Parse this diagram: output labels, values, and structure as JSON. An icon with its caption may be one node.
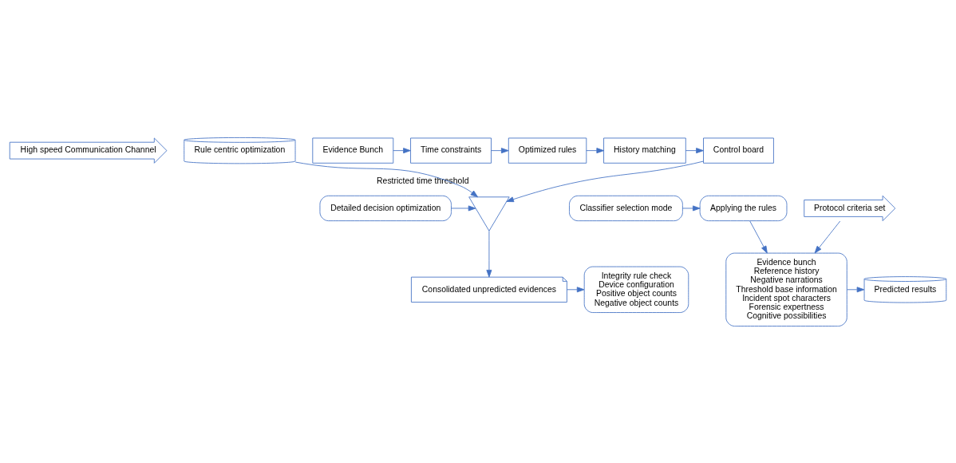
{
  "diagram": {
    "nodes": [
      {
        "text": [
          "High speed Communication Channel"
        ]
      },
      {
        "text": [
          "Rule centric optimization"
        ]
      },
      {
        "text": [
          "Evidence Bunch"
        ]
      },
      {
        "text": [
          "Time constraints"
        ]
      },
      {
        "text": [
          "Optimized rules"
        ]
      },
      {
        "text": [
          "History matching"
        ]
      },
      {
        "text": [
          "Control board"
        ]
      },
      {
        "text": [],
        "shape": "hourglass",
        "beside": [
          "Restricted time threshold"
        ]
      },
      {
        "text": [
          "Classifier selection mode"
        ]
      },
      {
        "text": [
          "Applying the rules"
        ]
      },
      {
        "text": [
          "Detailed decision optimization"
        ]
      },
      {
        "text": [
          "Consolidated unpredicted evidences"
        ]
      },
      {
        "text": [
          "Predicted results"
        ]
      },
      {
        "text": [
          "Evidence bunch",
          "Reference history",
          "Negative narrations",
          "Threshold base information",
          "Incident spot characters",
          "Forensic expertness",
          "Cognitive possibilities"
        ]
      },
      {
        "text": [
          "Integrity rule check",
          "Device configuration",
          "Positive object counts",
          "Negative object counts"
        ]
      },
      {
        "text": [
          "Protocol criteria set"
        ]
      }
    ],
    "edges": [
      {
        "from": 2,
        "to": 3,
        "arrow": "to"
      },
      {
        "from": 3,
        "to": 4,
        "arrow": "to"
      },
      {
        "from": 4,
        "to": 5,
        "arrow": "to"
      },
      {
        "from": 5,
        "to": 6,
        "arrow": "to"
      },
      {
        "from": 6,
        "to": 7,
        "arrow": "to"
      },
      {
        "from": 1,
        "to": 7,
        "arrow": "to"
      },
      {
        "from": 8,
        "to": 9,
        "arrow": "to"
      },
      {
        "from": 10,
        "to": 7,
        "arrow": "to"
      },
      {
        "from": 7,
        "to": 11,
        "arrow": "to"
      },
      {
        "from": 9,
        "to": 13,
        "arrow": "to"
      },
      {
        "from": 13,
        "to": 12,
        "arrow": "to"
      },
      {
        "from": 11,
        "to": 14,
        "arrow": "to"
      },
      {
        "from": 15,
        "to": 13,
        "arrow": "to"
      }
    ]
  }
}
